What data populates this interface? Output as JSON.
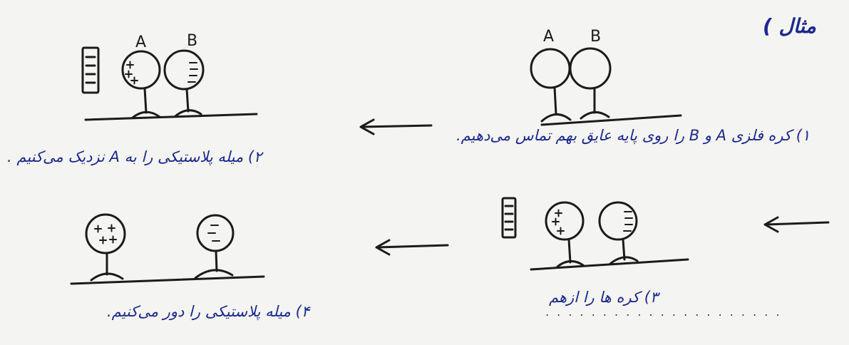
{
  "title": "مثال )",
  "steps": [
    {
      "number": "۱)",
      "text": "کره فلزی A و B را روی پایه عایق بهم تماس می‌دهیم."
    },
    {
      "number": "۲)",
      "text": "میله پلاستیکی را به A نزدیک می‌کنیم ."
    },
    {
      "number": "۳)",
      "text": "کره ها را ازهم"
    },
    {
      "number": "۴)",
      "text": "میله پلاستیکی را دور می‌کنیم."
    }
  ],
  "labels": {
    "sphere_a": "A",
    "sphere_b": "B"
  },
  "charges": {
    "plus": "+",
    "minus": "−"
  },
  "colors": {
    "ink": "#1b1b1b",
    "pen": "#1c2a8c"
  }
}
